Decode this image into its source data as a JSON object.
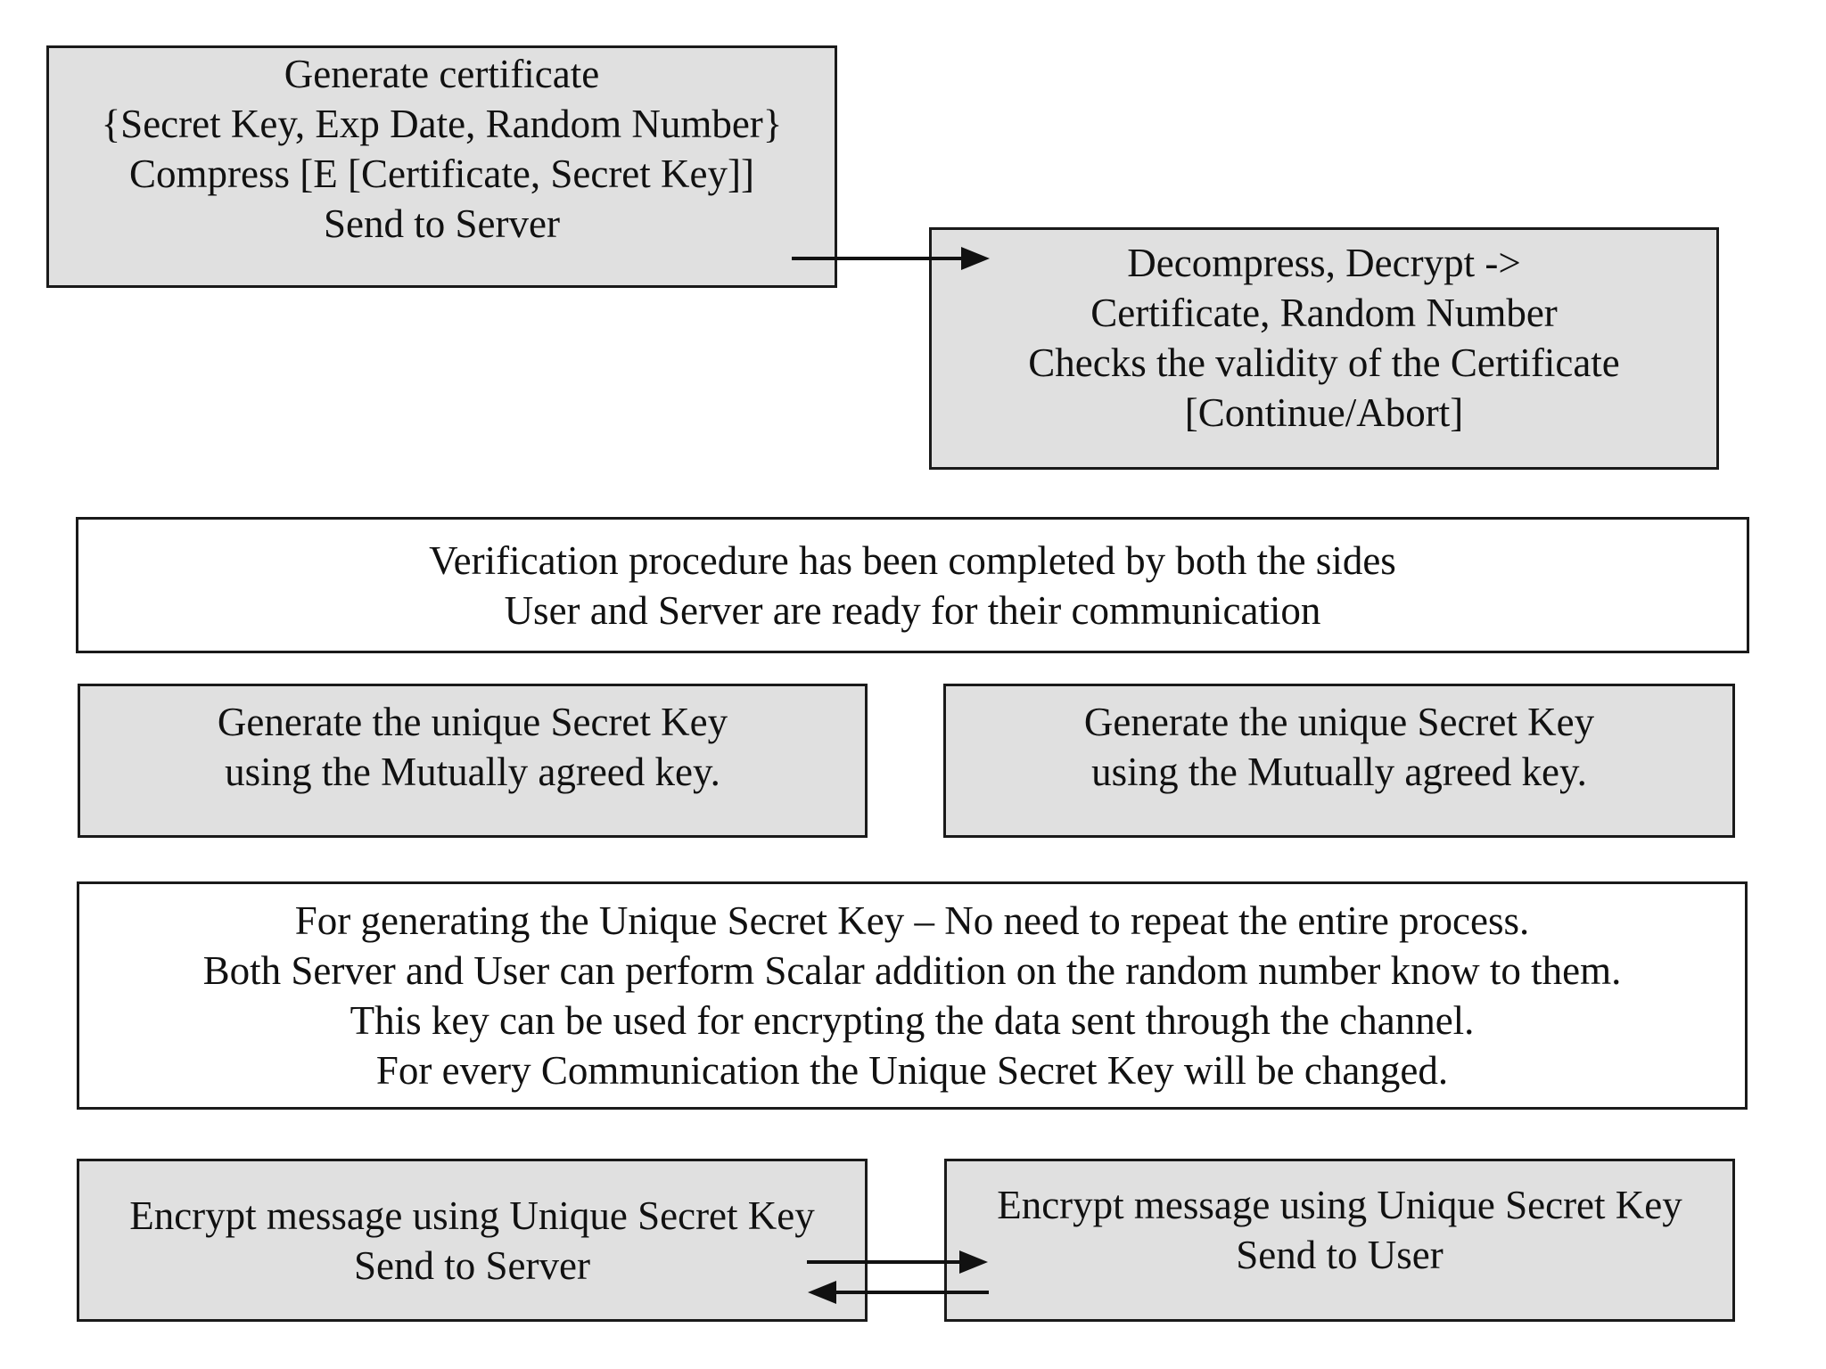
{
  "style": {
    "page_bg": "#ffffff",
    "box_fill": "#e0e0e0",
    "panel_fill": "#ffffff",
    "border_color": "#1a1a1a",
    "text_color": "#111111",
    "arrow_color": "#111111"
  },
  "boxes": {
    "user_generate_cert": {
      "lines": [
        "Generate certificate",
        "{Secret Key, Exp Date, Random Number}",
        "Compress [E [Certificate, Secret Key]]",
        "Send to Server"
      ]
    },
    "server_verify_cert": {
      "lines": [
        "Decompress, Decrypt ->",
        "Certificate, Random Number",
        "Checks the validity of the Certificate",
        "[Continue/Abort]"
      ]
    },
    "verification_status": {
      "lines": [
        "Verification procedure has been completed by both the sides",
        "User and Server are ready for their communication"
      ]
    },
    "user_generate_unique_key": {
      "lines": [
        "Generate the unique Secret Key",
        "using the Mutually agreed key."
      ]
    },
    "server_generate_unique_key": {
      "lines": [
        "Generate the unique Secret Key",
        "using the Mutually agreed key."
      ]
    },
    "unique_key_explanation": {
      "lines": [
        "For generating the Unique Secret Key – No need to repeat the entire process.",
        "Both Server and User can perform Scalar addition on the random number know to them.",
        "This key can be used for encrypting the data sent through the channel.",
        "For every Communication the Unique Secret Key will be changed."
      ]
    },
    "user_encrypt_message": {
      "lines": [
        "Encrypt message using Unique Secret Key",
        "Send to Server"
      ]
    },
    "server_encrypt_message": {
      "lines": [
        "Encrypt message using Unique Secret Key",
        "Send to User"
      ]
    }
  },
  "arrows": {
    "cert_to_server": {
      "direction": "right"
    },
    "message_to_server": {
      "direction": "right"
    },
    "message_to_user": {
      "direction": "left"
    }
  }
}
